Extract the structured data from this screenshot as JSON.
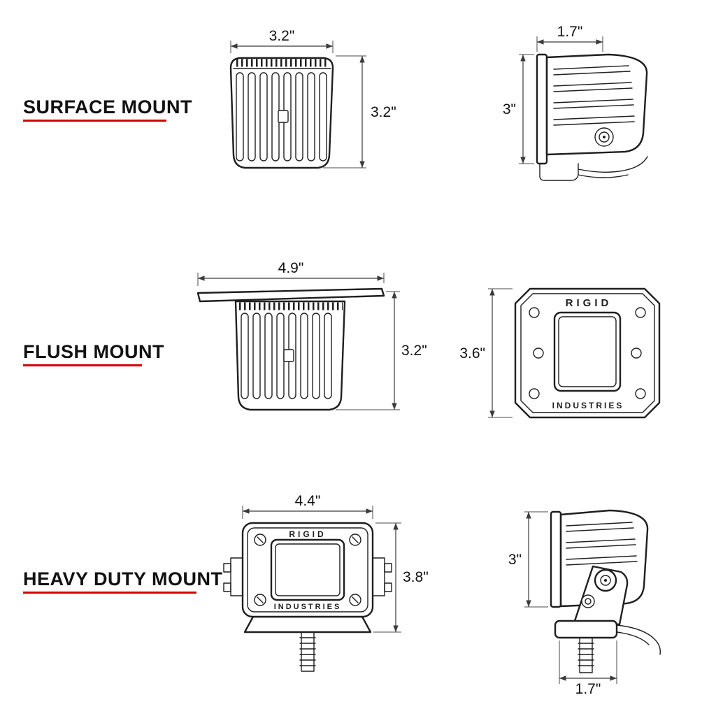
{
  "colors": {
    "accent": "#d40000",
    "line": "#1f1f1f",
    "background": "#ffffff"
  },
  "rows": [
    {
      "label": "SURFACE MOUNT",
      "left": {
        "top_dim": "3.2\"",
        "side_dim": "3.2\""
      },
      "right": {
        "top_dim": "1.7\"",
        "side_dim": "3\""
      }
    },
    {
      "label": "FLUSH MOUNT",
      "left": {
        "top_dim": "4.9\"",
        "side_dim": "3.2\""
      },
      "right": {
        "side_dim": "3.6\"",
        "brand_line1": "RIGID",
        "brand_line2": "INDUSTRIES"
      }
    },
    {
      "label": "HEAVY DUTY MOUNT",
      "left": {
        "top_dim": "4.4\"",
        "side_dim": "3.8\"",
        "brand_line1": "RIGID",
        "brand_line2": "INDUSTRIES"
      },
      "right": {
        "side_dim": "3\"",
        "bottom_dim": "1.7\""
      }
    }
  ]
}
